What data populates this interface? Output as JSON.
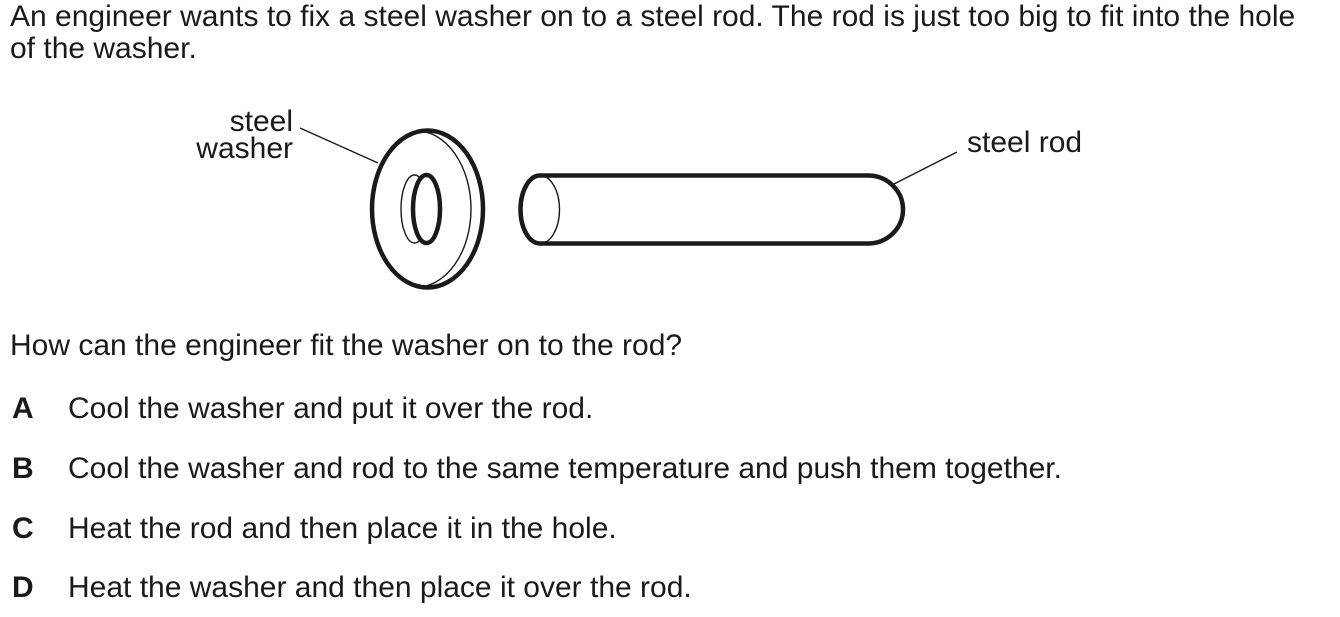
{
  "colors": {
    "ink": "#1a1a1a",
    "background": "#ffffff"
  },
  "intro": {
    "lines": [
      "An engineer wants to fix a steel washer on to a steel rod. The rod is just too big to fit into the hole",
      "of the washer."
    ]
  },
  "diagram": {
    "washer_label": [
      "steel",
      "washer"
    ],
    "rod_label": "steel rod"
  },
  "question": "How can the engineer fit the washer on to the rod?",
  "options": [
    {
      "letter": "A",
      "text": "Cool the washer and put it over the rod."
    },
    {
      "letter": "B",
      "text": "Cool the washer and rod to the same temperature and push them together."
    },
    {
      "letter": "C",
      "text": "Heat the rod and then place it in the hole."
    },
    {
      "letter": "D",
      "text": "Heat the washer and then place it over the rod."
    }
  ]
}
